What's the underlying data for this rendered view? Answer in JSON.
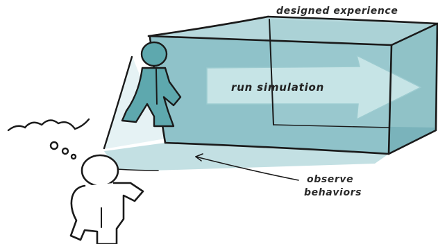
{
  "labels": {
    "designed": "designed experience",
    "run": "run simulation",
    "observe": "observe",
    "behaviors": "behaviors"
  },
  "colors": {
    "box_front": "#8fc2c9",
    "box_top": "#aed4d8",
    "box_side": "#7ab3bb",
    "floor": "#c3e0e3",
    "arrow": "#bddfe2",
    "figure_teal": "#5ea8ae",
    "ink": "#1a1a1a"
  }
}
